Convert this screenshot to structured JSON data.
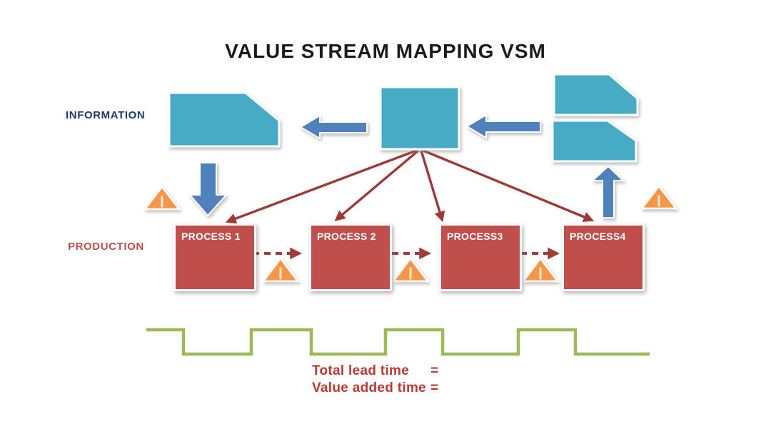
{
  "title": "VALUE STREAM MAPPING VSM",
  "labels": {
    "information": "INFORMATION",
    "production": "PRODUCTION"
  },
  "processes": [
    {
      "label": "PROCESS 1"
    },
    {
      "label": "PROCESS 2"
    },
    {
      "label": "PROCESS3"
    },
    {
      "label": "PROCESS4"
    }
  ],
  "summary": {
    "total_lead": "Total lead time",
    "value_added": "Value added time",
    "equals": "="
  },
  "icons": {
    "warning": "warning-triangle-icon",
    "arrow_left": "blue-arrow-left-icon",
    "arrow_down": "blue-arrow-down-icon",
    "arrow_up": "blue-arrow-up-icon"
  },
  "colors": {
    "teal_shape": "#46abc6",
    "process_red": "#c04f4b",
    "arrow_blue": "#4f81bd",
    "fan_arrow_red": "#9e3a36",
    "warning_orange": "#f79646",
    "timeline_green": "#9bbb59",
    "title_text": "#1b1b1b",
    "information_text": "#1f3a68",
    "production_text": "#c0504d",
    "summary_text": "#b83a33",
    "background": "#ffffff"
  }
}
